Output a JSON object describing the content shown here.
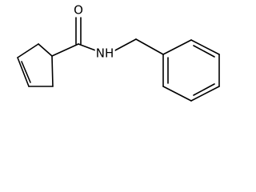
{
  "molecule": {
    "atom_labels": {
      "oxygen": "O",
      "nitrogen": "N",
      "hydrogen": "H"
    },
    "bond_color": "#000000",
    "background_color": "#ffffff"
  }
}
